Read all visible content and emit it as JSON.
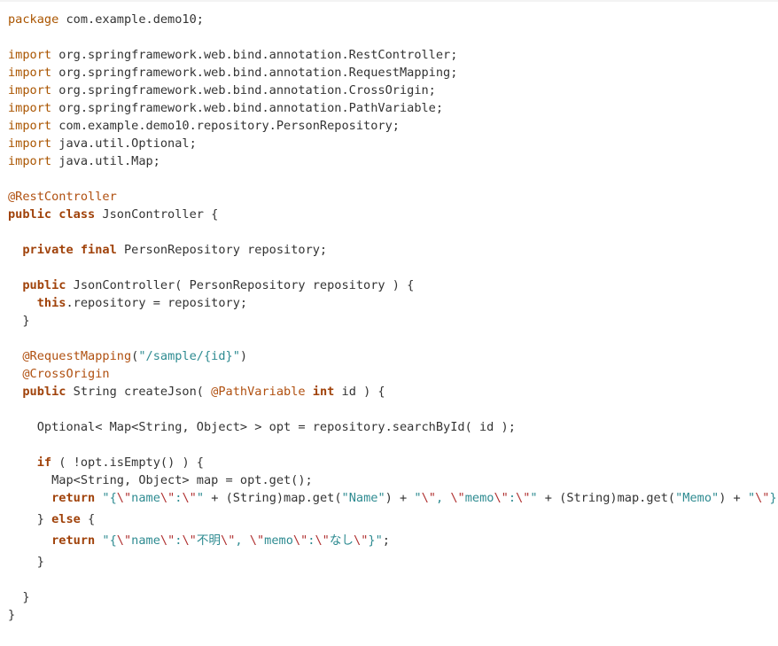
{
  "code": {
    "language": "java",
    "lines": [
      {
        "tokens": [
          {
            "t": "package",
            "k": "keyword"
          },
          {
            "t": " com.example.demo10;",
            "k": "plain"
          }
        ]
      },
      {
        "tokens": []
      },
      {
        "tokens": [
          {
            "t": "import",
            "k": "keyword"
          },
          {
            "t": " org.springframework.web.bind.annotation.RestController;",
            "k": "plain"
          }
        ]
      },
      {
        "tokens": [
          {
            "t": "import",
            "k": "keyword"
          },
          {
            "t": " org.springframework.web.bind.annotation.RequestMapping;",
            "k": "plain"
          }
        ]
      },
      {
        "tokens": [
          {
            "t": "import",
            "k": "keyword"
          },
          {
            "t": " org.springframework.web.bind.annotation.CrossOrigin;",
            "k": "plain"
          }
        ]
      },
      {
        "tokens": [
          {
            "t": "import",
            "k": "keyword"
          },
          {
            "t": " org.springframework.web.bind.annotation.PathVariable;",
            "k": "plain"
          }
        ]
      },
      {
        "tokens": [
          {
            "t": "import",
            "k": "keyword"
          },
          {
            "t": " com.example.demo10.repository.PersonRepository;",
            "k": "plain"
          }
        ]
      },
      {
        "tokens": [
          {
            "t": "import",
            "k": "keyword"
          },
          {
            "t": " java.util.Optional;",
            "k": "plain"
          }
        ]
      },
      {
        "tokens": [
          {
            "t": "import",
            "k": "keyword"
          },
          {
            "t": " java.util.Map;",
            "k": "plain"
          }
        ]
      },
      {
        "tokens": []
      },
      {
        "tokens": [
          {
            "t": "@RestController",
            "k": "annotation"
          }
        ]
      },
      {
        "tokens": [
          {
            "t": "public",
            "k": "keyword-bold"
          },
          {
            "t": " ",
            "k": "plain"
          },
          {
            "t": "class",
            "k": "keyword-bold"
          },
          {
            "t": " JsonController {",
            "k": "plain"
          }
        ]
      },
      {
        "tokens": []
      },
      {
        "tokens": [
          {
            "t": "  ",
            "k": "plain"
          },
          {
            "t": "private",
            "k": "keyword-bold"
          },
          {
            "t": " ",
            "k": "plain"
          },
          {
            "t": "final",
            "k": "keyword-bold"
          },
          {
            "t": " PersonRepository repository;",
            "k": "plain"
          }
        ]
      },
      {
        "tokens": []
      },
      {
        "tokens": [
          {
            "t": "  ",
            "k": "plain"
          },
          {
            "t": "public",
            "k": "keyword-bold"
          },
          {
            "t": " JsonController( PersonRepository repository ) {",
            "k": "plain"
          }
        ]
      },
      {
        "tokens": [
          {
            "t": "    ",
            "k": "plain"
          },
          {
            "t": "this",
            "k": "keyword-bold"
          },
          {
            "t": ".repository = repository;",
            "k": "plain"
          }
        ]
      },
      {
        "tokens": [
          {
            "t": "  }",
            "k": "plain"
          }
        ]
      },
      {
        "tokens": []
      },
      {
        "tokens": [
          {
            "t": "  ",
            "k": "plain"
          },
          {
            "t": "@RequestMapping",
            "k": "annotation"
          },
          {
            "t": "(",
            "k": "plain"
          },
          {
            "t": "\"/sample/{id}\"",
            "k": "string"
          },
          {
            "t": ")",
            "k": "plain"
          }
        ]
      },
      {
        "tokens": [
          {
            "t": "  ",
            "k": "plain"
          },
          {
            "t": "@CrossOrigin",
            "k": "annotation"
          }
        ]
      },
      {
        "tokens": [
          {
            "t": "  ",
            "k": "plain"
          },
          {
            "t": "public",
            "k": "keyword-bold"
          },
          {
            "t": " String createJson( ",
            "k": "plain"
          },
          {
            "t": "@PathVariable",
            "k": "annotation"
          },
          {
            "t": " ",
            "k": "plain"
          },
          {
            "t": "int",
            "k": "keyword-bold"
          },
          {
            "t": " id ) {",
            "k": "plain"
          }
        ]
      },
      {
        "tokens": []
      },
      {
        "tokens": [
          {
            "t": "    Optional< Map<String, Object> > opt = repository.searchById( id );",
            "k": "plain"
          }
        ]
      },
      {
        "tokens": []
      },
      {
        "tokens": [
          {
            "t": "    ",
            "k": "plain"
          },
          {
            "t": "if",
            "k": "keyword-bold"
          },
          {
            "t": " ( !opt.isEmpty() ) {",
            "k": "plain"
          }
        ]
      },
      {
        "tokens": [
          {
            "t": "      Map<String, Object> map = opt.get();",
            "k": "plain"
          }
        ]
      },
      {
        "tokens": [
          {
            "t": "      ",
            "k": "plain"
          },
          {
            "t": "return",
            "k": "keyword-bold"
          },
          {
            "t": " ",
            "k": "plain"
          },
          {
            "t": "\"{",
            "k": "string"
          },
          {
            "t": "\\\"",
            "k": "escape"
          },
          {
            "t": "name",
            "k": "string"
          },
          {
            "t": "\\\"",
            "k": "escape"
          },
          {
            "t": ":",
            "k": "string"
          },
          {
            "t": "\\\"",
            "k": "escape"
          },
          {
            "t": "\"",
            "k": "string"
          },
          {
            "t": " + (String)map.get(",
            "k": "plain"
          },
          {
            "t": "\"Name\"",
            "k": "string"
          },
          {
            "t": ") + ",
            "k": "plain"
          },
          {
            "t": "\"",
            "k": "string"
          },
          {
            "t": "\\\"",
            "k": "escape"
          },
          {
            "t": ", ",
            "k": "string"
          },
          {
            "t": "\\\"",
            "k": "escape"
          },
          {
            "t": "memo",
            "k": "string"
          },
          {
            "t": "\\\"",
            "k": "escape"
          },
          {
            "t": ":",
            "k": "string"
          },
          {
            "t": "\\\"",
            "k": "escape"
          },
          {
            "t": "\"",
            "k": "string"
          },
          {
            "t": " + (String)map.get(",
            "k": "plain"
          },
          {
            "t": "\"Memo\"",
            "k": "string"
          },
          {
            "t": ") + ",
            "k": "plain"
          },
          {
            "t": "\"",
            "k": "string"
          },
          {
            "t": "\\\"",
            "k": "escape"
          },
          {
            "t": "}\"",
            "k": "string"
          },
          {
            "t": ";",
            "k": "plain"
          }
        ],
        "tall": true
      },
      {
        "tokens": [
          {
            "t": "    } ",
            "k": "plain"
          },
          {
            "t": "else",
            "k": "keyword-bold"
          },
          {
            "t": " {",
            "k": "plain"
          }
        ],
        "tall": true
      },
      {
        "tokens": [
          {
            "t": "      ",
            "k": "plain"
          },
          {
            "t": "return",
            "k": "keyword-bold"
          },
          {
            "t": " ",
            "k": "plain"
          },
          {
            "t": "\"{",
            "k": "string"
          },
          {
            "t": "\\\"",
            "k": "escape"
          },
          {
            "t": "name",
            "k": "string"
          },
          {
            "t": "\\\"",
            "k": "escape"
          },
          {
            "t": ":",
            "k": "string"
          },
          {
            "t": "\\\"",
            "k": "escape"
          },
          {
            "t": "不明",
            "k": "string"
          },
          {
            "t": "\\\"",
            "k": "escape"
          },
          {
            "t": ", ",
            "k": "string"
          },
          {
            "t": "\\\"",
            "k": "escape"
          },
          {
            "t": "memo",
            "k": "string"
          },
          {
            "t": "\\\"",
            "k": "escape"
          },
          {
            "t": ":",
            "k": "string"
          },
          {
            "t": "\\\"",
            "k": "escape"
          },
          {
            "t": "なし",
            "k": "string"
          },
          {
            "t": "\\\"",
            "k": "escape"
          },
          {
            "t": "}\"",
            "k": "string"
          },
          {
            "t": ";",
            "k": "plain"
          }
        ],
        "tall": true
      },
      {
        "tokens": [
          {
            "t": "    }",
            "k": "plain"
          }
        ]
      },
      {
        "tokens": []
      },
      {
        "tokens": [
          {
            "t": "  }",
            "k": "plain"
          }
        ]
      },
      {
        "tokens": [
          {
            "t": "}",
            "k": "plain"
          }
        ]
      }
    ]
  }
}
